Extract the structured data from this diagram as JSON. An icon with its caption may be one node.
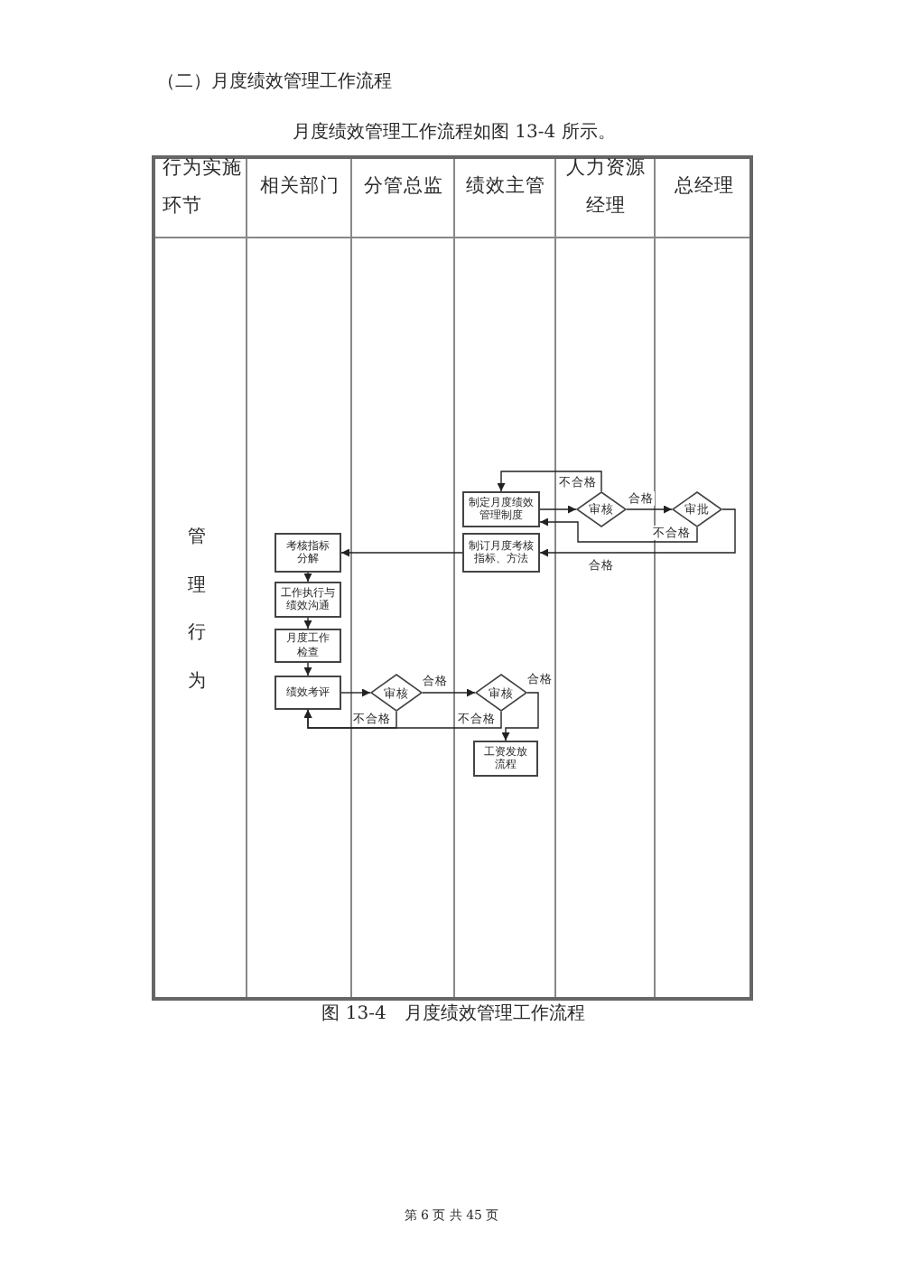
{
  "diagram": {
    "title": "（二）月度绩效管理工作流程",
    "caption": "图 13-4　月度绩效管理工作流程",
    "nodes": [
      {
        "text": [
          "行为实施环节",
          "管理行为"
        ]
      },
      {
        "text": [
          "相关部门"
        ]
      },
      {
        "text": [
          "分管总监"
        ]
      },
      {
        "text": [
          "绩效主管"
        ]
      },
      {
        "text": [
          "人力资源经理"
        ]
      },
      {
        "text": [
          "总经理"
        ]
      },
      {
        "text": [
          "制定月度绩效管理制度"
        ],
        "in": 3
      },
      {
        "text": [
          "审核"
        ],
        "in": 4
      },
      {
        "text": [
          "审批"
        ],
        "in": 5
      },
      {
        "text": [
          "制订月度考核指标、方法"
        ],
        "in": 3
      },
      {
        "text": [
          "考核指标分解"
        ],
        "in": 1
      },
      {
        "text": [
          "工作执行与绩效沟通"
        ],
        "in": 1
      },
      {
        "text": [
          "月度工作检查"
        ],
        "in": 1
      },
      {
        "text": [
          "绩效考评"
        ],
        "in": 1
      },
      {
        "text": [
          "审核"
        ],
        "in": 2
      },
      {
        "text": [
          "审核"
        ],
        "in": 3
      },
      {
        "text": [
          "工资发放流程"
        ],
        "in": 3
      }
    ],
    "edges": [
      {
        "from": 6,
        "to": 7,
        "arrow": "to"
      },
      {
        "from": 7,
        "to": 8,
        "arrow": "to",
        "label": "合格"
      },
      {
        "from": 7,
        "to": 6,
        "arrow": "to",
        "label": "不合格"
      },
      {
        "from": 8,
        "to": 6,
        "arrow": "to",
        "label": "不合格"
      },
      {
        "from": 8,
        "to": 9,
        "arrow": "to",
        "label": "合格"
      },
      {
        "from": 9,
        "to": 10,
        "arrow": "to"
      },
      {
        "from": 10,
        "to": 11,
        "arrow": "to"
      },
      {
        "from": 11,
        "to": 12,
        "arrow": "to"
      },
      {
        "from": 12,
        "to": 13,
        "arrow": "to"
      },
      {
        "from": 13,
        "to": 14,
        "arrow": "to"
      },
      {
        "from": 14,
        "to": 15,
        "arrow": "to",
        "label": "合格"
      },
      {
        "from": 14,
        "to": 13,
        "arrow": "to",
        "label": "不合格"
      },
      {
        "from": 15,
        "to": 13,
        "arrow": "to",
        "label": "不合格"
      },
      {
        "from": 15,
        "to": 16,
        "arrow": "to",
        "label": "合格"
      }
    ],
    "labels": [
      "月度绩效管理工作流程如图 13-4 所示。",
      "第 6 页 共 45 页"
    ]
  }
}
